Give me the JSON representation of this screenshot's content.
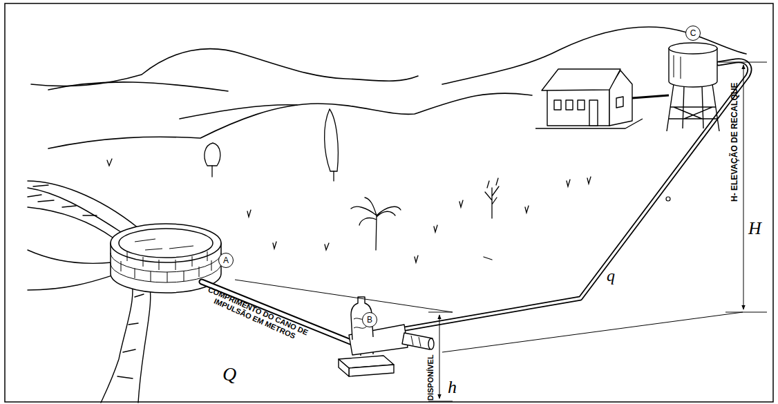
{
  "diagram": {
    "nodes": [
      {
        "text": [
          "A"
        ]
      },
      {
        "text": [
          "B"
        ]
      },
      {
        "text": [
          "C"
        ]
      }
    ],
    "labels": [
      "H- ELEVAÇÃO DE RECALQUE",
      "H",
      "COMPRIMENTO DO CANO DE IMPULSÃO EM METROS",
      "q",
      "Q",
      "DISPONÍVEL",
      "h"
    ]
  }
}
